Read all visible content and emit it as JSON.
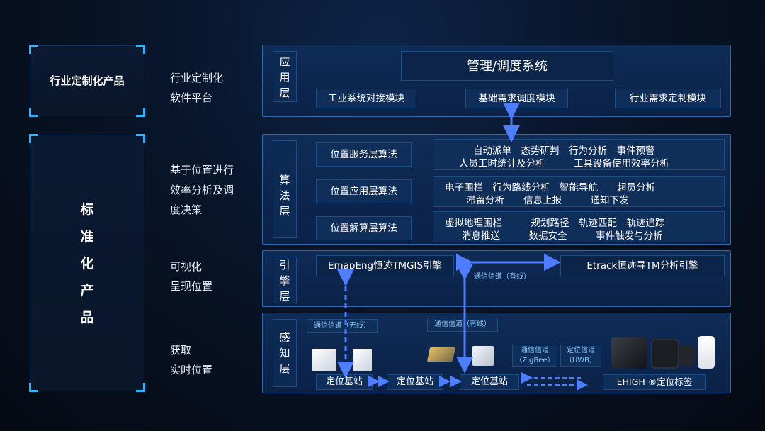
{
  "left_panel": {
    "custom_product": "行业定制化产品",
    "standard_product_chars": [
      "标",
      "准",
      "化",
      "产",
      "品"
    ]
  },
  "descriptions": {
    "d1": [
      "行业定制化",
      "软件平台"
    ],
    "d2": [
      "基于位置进行",
      "效率分析及调",
      "度决策"
    ],
    "d3": [
      "可视化",
      "呈现位置"
    ],
    "d4": [
      "获取",
      "实时位置"
    ]
  },
  "application_layer": {
    "name": [
      "应",
      "用",
      "层"
    ],
    "title": "管理/调度系统",
    "modules": [
      "工业系统对接模块",
      "基础需求调度模块",
      "行业需求定制模块"
    ]
  },
  "algorithm_layer": {
    "name": [
      "算",
      "法",
      "层"
    ],
    "rows": [
      {
        "label": "位置服务层算法",
        "line1": "自动派单　态势研判　行为分析　事件预警",
        "line2": "人员工时统计及分析　　　工具设备使用效率分析"
      },
      {
        "label": "位置应用层算法",
        "line1": "电子围栏　行为路线分析　智能导航　　超员分析",
        "line2": "滞留分析　　信息上报　　　通知下发"
      },
      {
        "label": "位置解算层算法",
        "line1": "虚拟地理围栏　　　规划路径　轨迹匹配　轨迹追踪",
        "line2": "消息推送　　　数据安全　　　事件触发与分析"
      }
    ]
  },
  "engine_layer": {
    "name": [
      "引",
      "擎",
      "层"
    ],
    "engine_left": "EmapEng恒迹TMGIS引擎",
    "engine_right": "Etrack恒迹寻TM分析引擎",
    "channel": "通信信道（有线）"
  },
  "perception_layer": {
    "name": [
      "感",
      "知",
      "层"
    ],
    "channel_wireless": "通信信道（无线）",
    "channel_wired": "通信信道（有线）",
    "channel_zigbee": [
      "通信信道",
      "（ZigBee）"
    ],
    "channel_uwb": [
      "定位信道",
      "（UWB）"
    ],
    "base_station": "定位基站",
    "tag_label": "EHIGH ®定位标签"
  },
  "colors": {
    "accent": "#2fb4ff",
    "arrow": "#4f7dff",
    "layer_bg": "#0f2c57"
  }
}
